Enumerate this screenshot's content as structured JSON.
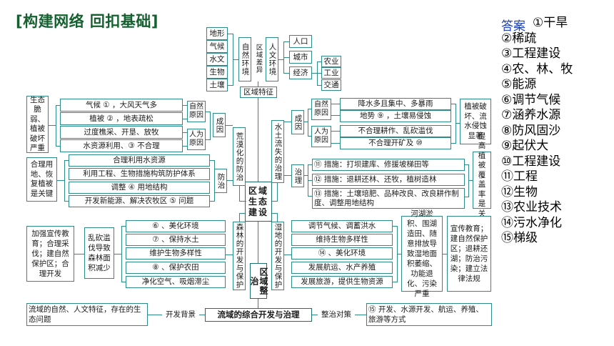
{
  "title": "[构建网络 回扣基础]",
  "answer": {
    "label": "答案",
    "items": [
      "①干旱",
      "②稀疏",
      "③工程建设",
      "④农、林、牧",
      "⑤能源",
      "⑥调节气候",
      "⑦涵养水源",
      "⑧防风固沙",
      "⑨起伏大",
      "⑩工程建设",
      "⑪工程",
      "⑫生物",
      "⑬农业技术",
      "⑭污水净化",
      "⑮梯级"
    ]
  },
  "core": "区域生态建设",
  "core2": "区域整治",
  "top": {
    "natural_items": [
      "地形",
      "气候",
      "水文",
      "生物",
      "土壤"
    ],
    "natural_env": "自然环境",
    "diff": "区域差异",
    "human_env": "人文环境",
    "human_items": [
      "人口",
      "城市",
      "经济"
    ],
    "econ_items": [
      "农业",
      "工业",
      "交通"
    ],
    "feature": "区域特征"
  },
  "desert": {
    "branch": "荒漠化的防治",
    "causes_label": "成因",
    "natural_label": "自然原因",
    "human_label": "人为原因",
    "cause_items": [
      "气候 ① ，大风天气多",
      "植被 ② ，地表疏松",
      "过度樵采、开垦、放牧",
      "水资源利用、③ 不合理"
    ],
    "result": "生态脆弱、植被破坏严重",
    "control_label": "防治",
    "control_items": [
      "合理利用水资源",
      "利用工程、生物措施构筑防护体系",
      "调整 ④ 用地结构",
      "开发新能源、解决农牧区 ⑤ 问题"
    ],
    "control_key": "合理用地、恢复植被是关键"
  },
  "soil": {
    "branch": "水土流失的治理",
    "causes_label": "成因",
    "natural_label": "自然原因",
    "human_label": "人为原因",
    "cause_items": [
      "降水多且集中、多暴雨",
      "地势 ⑨ ，土壤易侵蚀",
      "不合理耕作、乱砍滥伐",
      "不合理开矿及 ⑩"
    ],
    "result": "植被破坏、流水侵蚀显著",
    "control_label": "治理",
    "control_items": [
      "⑪ 措施：打坝建库、修援坡梯田等",
      "⑫ 措施：退耕还林、还牧，植树造林",
      "⑬ 措施：土壤培肥、品种改良、改良耕作制度、调整用地结构"
    ],
    "control_key": "提高植被覆盖率是关键"
  },
  "forest": {
    "branch": "森林的开发与保护",
    "items": [
      "⑥ 、美化环境",
      "⑦ 、保持水土",
      "维护生物多样性",
      "⑧ 、保护农田",
      "净化空气、吸烟滞尘"
    ],
    "problem": "乱砍滥伐导致森林面积减少",
    "measure": "加强宣传教育；合理采伐；建自然保护区；合理开发"
  },
  "wetland": {
    "branch": "湿地的开发与保护",
    "items": [
      "调节气候、调蓄洪水",
      "维持生物多样性",
      "⑭ 、美化环境",
      "发展航运、水产养殖",
      "发展旅游，提供生物资源"
    ],
    "problem": "河湖淤积、围湖造田、随意排放导致湿地面积萎缩、功能退化、污染严重",
    "measure": "宣传教育；建自然保护区；退耕还湖；防治污染；建立法律法规"
  },
  "basin": {
    "title": "流域的综合开发与治理",
    "background_label": "开发背景",
    "background": "流域的自然、人文特征，存在的生态问题",
    "measure_label": "整治对策",
    "measure": "⑮ 开发、水源开发、航运、养殖、旅游等方式"
  }
}
